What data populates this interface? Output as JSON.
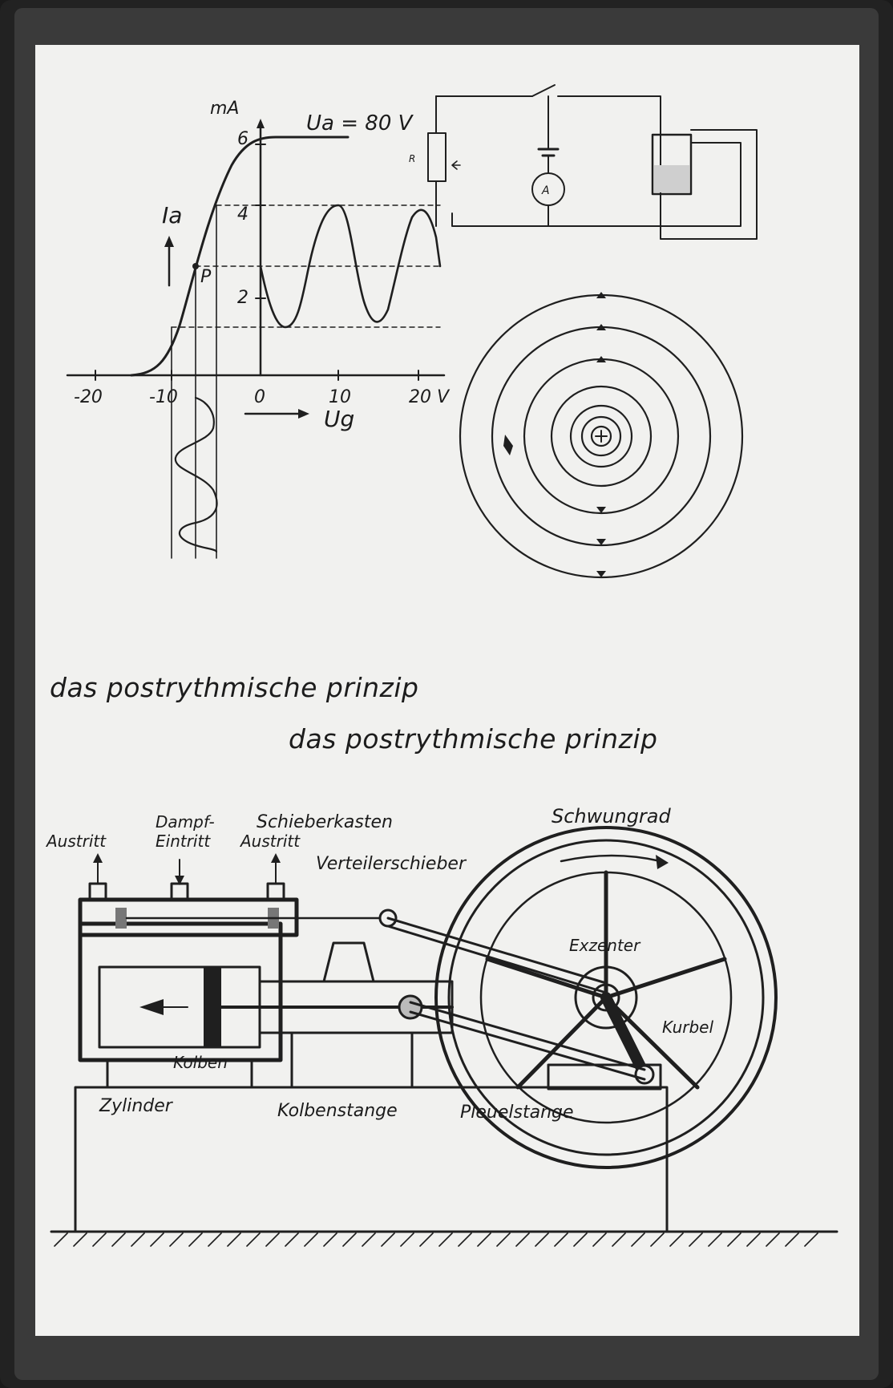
{
  "titles": {
    "line1": "das postrythmische prinzip",
    "line2": "das postrythmische prinzip"
  },
  "graph": {
    "y_unit": "mA",
    "y_ticks": [
      "6",
      "4",
      "2"
    ],
    "curve_label": "Ua = 80 V",
    "y_axis_label": "Ia",
    "x_axis_label": "Ug",
    "point_label": "P",
    "x_ticks": [
      "-20",
      "-10",
      "0",
      "10",
      "20 V"
    ]
  },
  "circuit": {
    "resistor_label": "R",
    "meter_label": "A"
  },
  "engine": {
    "labels": {
      "steam_inlet": "Dampf-\nEintritt",
      "valve_chest": "Schieberkasten",
      "exhaust_left": "Austritt",
      "exhaust_right": "Austritt",
      "slide_valve": "Verteilerschieber",
      "flywheel": "Schwungrad",
      "eccentric": "Exzenter",
      "crank": "Kurbel",
      "piston": "Kolben",
      "cylinder": "Zylinder",
      "piston_rod": "Kolbenstange",
      "connecting_rod": "Pleuelstange"
    }
  },
  "colors": {
    "paper": "#f1f1ef",
    "ink": "#1f1f1f",
    "case": "#222222"
  }
}
